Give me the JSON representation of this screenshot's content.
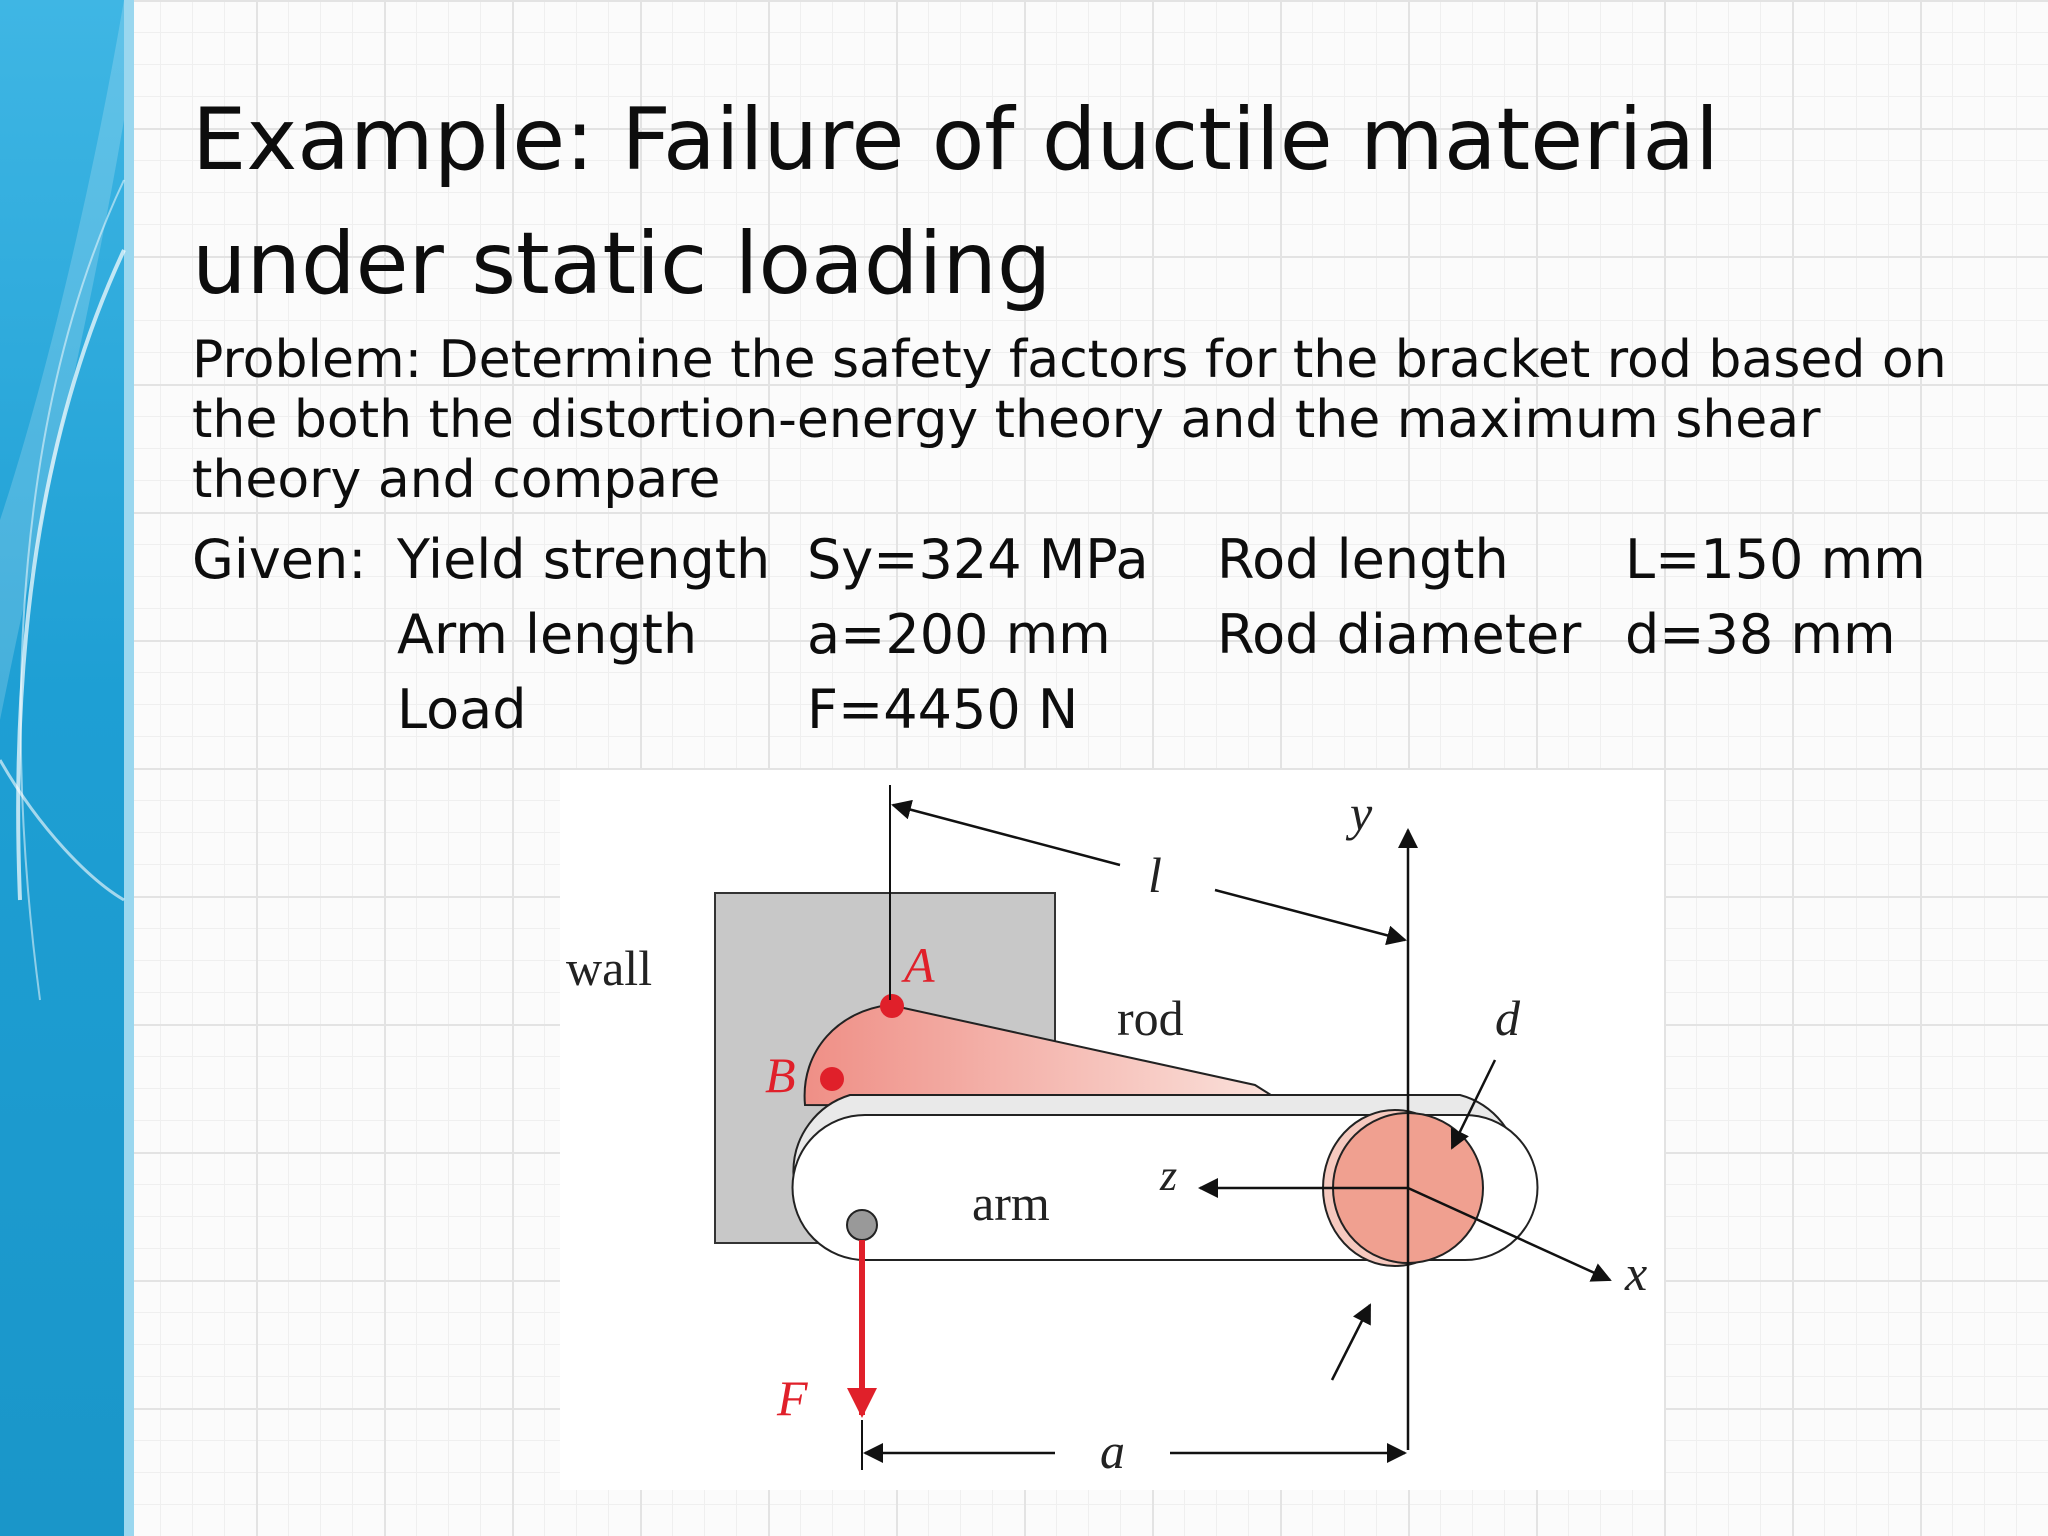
{
  "slide": {
    "title": "Example: Failure of ductile material under static loading",
    "problem": "Problem: Determine the safety factors for the bracket rod based on the both the distortion-energy theory and the maximum shear theory and compare",
    "given_label": "Given:",
    "given_rows": [
      [
        {
          "label": "Yield strength",
          "value": "Sy=324 MPa"
        },
        {
          "label": "Rod length",
          "value": "L=150 mm"
        }
      ],
      [
        {
          "label": "Arm length",
          "value": "a=200 mm"
        },
        {
          "label": "Rod diameter",
          "value": "d=38 mm"
        }
      ],
      [
        {
          "label": "Load",
          "value": "F=4450 N"
        }
      ]
    ]
  },
  "diagram": {
    "labels": {
      "wall": "wall",
      "rod": "rod",
      "arm": "arm",
      "point_a": "A",
      "point_b": "B",
      "length_l": "l",
      "y_axis": "y",
      "z_axis": "z",
      "x_axis": "x",
      "diameter": "d",
      "force": "F",
      "arm_length": "a"
    },
    "colors": {
      "accent_red": "#e0202a",
      "rod_pink": "#f3b1a6",
      "wall_gray": "#c8c8c8",
      "sidebar_blue": "#1b9bd2"
    }
  }
}
